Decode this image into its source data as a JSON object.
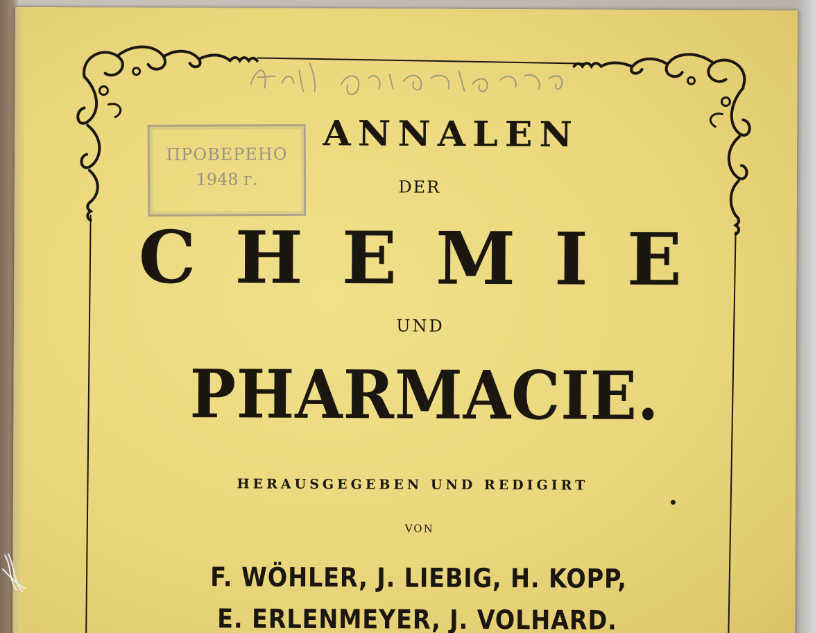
{
  "cover": {
    "title_line1": "ANNALEN",
    "title_line2": "DER",
    "title_line3": "CHEMIE",
    "title_line4": "UND",
    "title_line5": "PHARMACIE.",
    "subtitle": "HERAUSGEGEBEN UND REDIGIRT",
    "von": "VON",
    "editors_line1": "F. WÖHLER, J. LIEBIG, H. KOPP,",
    "editors_line2": "E. ERLENMEYER, J. VOLHARD."
  },
  "stamp": {
    "line1": "ПРОВЕРЕНО",
    "line2": "1948 г."
  },
  "colors": {
    "paper": "#ecd97f",
    "ink": "#1b1710",
    "stamp_ink": "#77769a",
    "pencil": "#8a8578"
  }
}
